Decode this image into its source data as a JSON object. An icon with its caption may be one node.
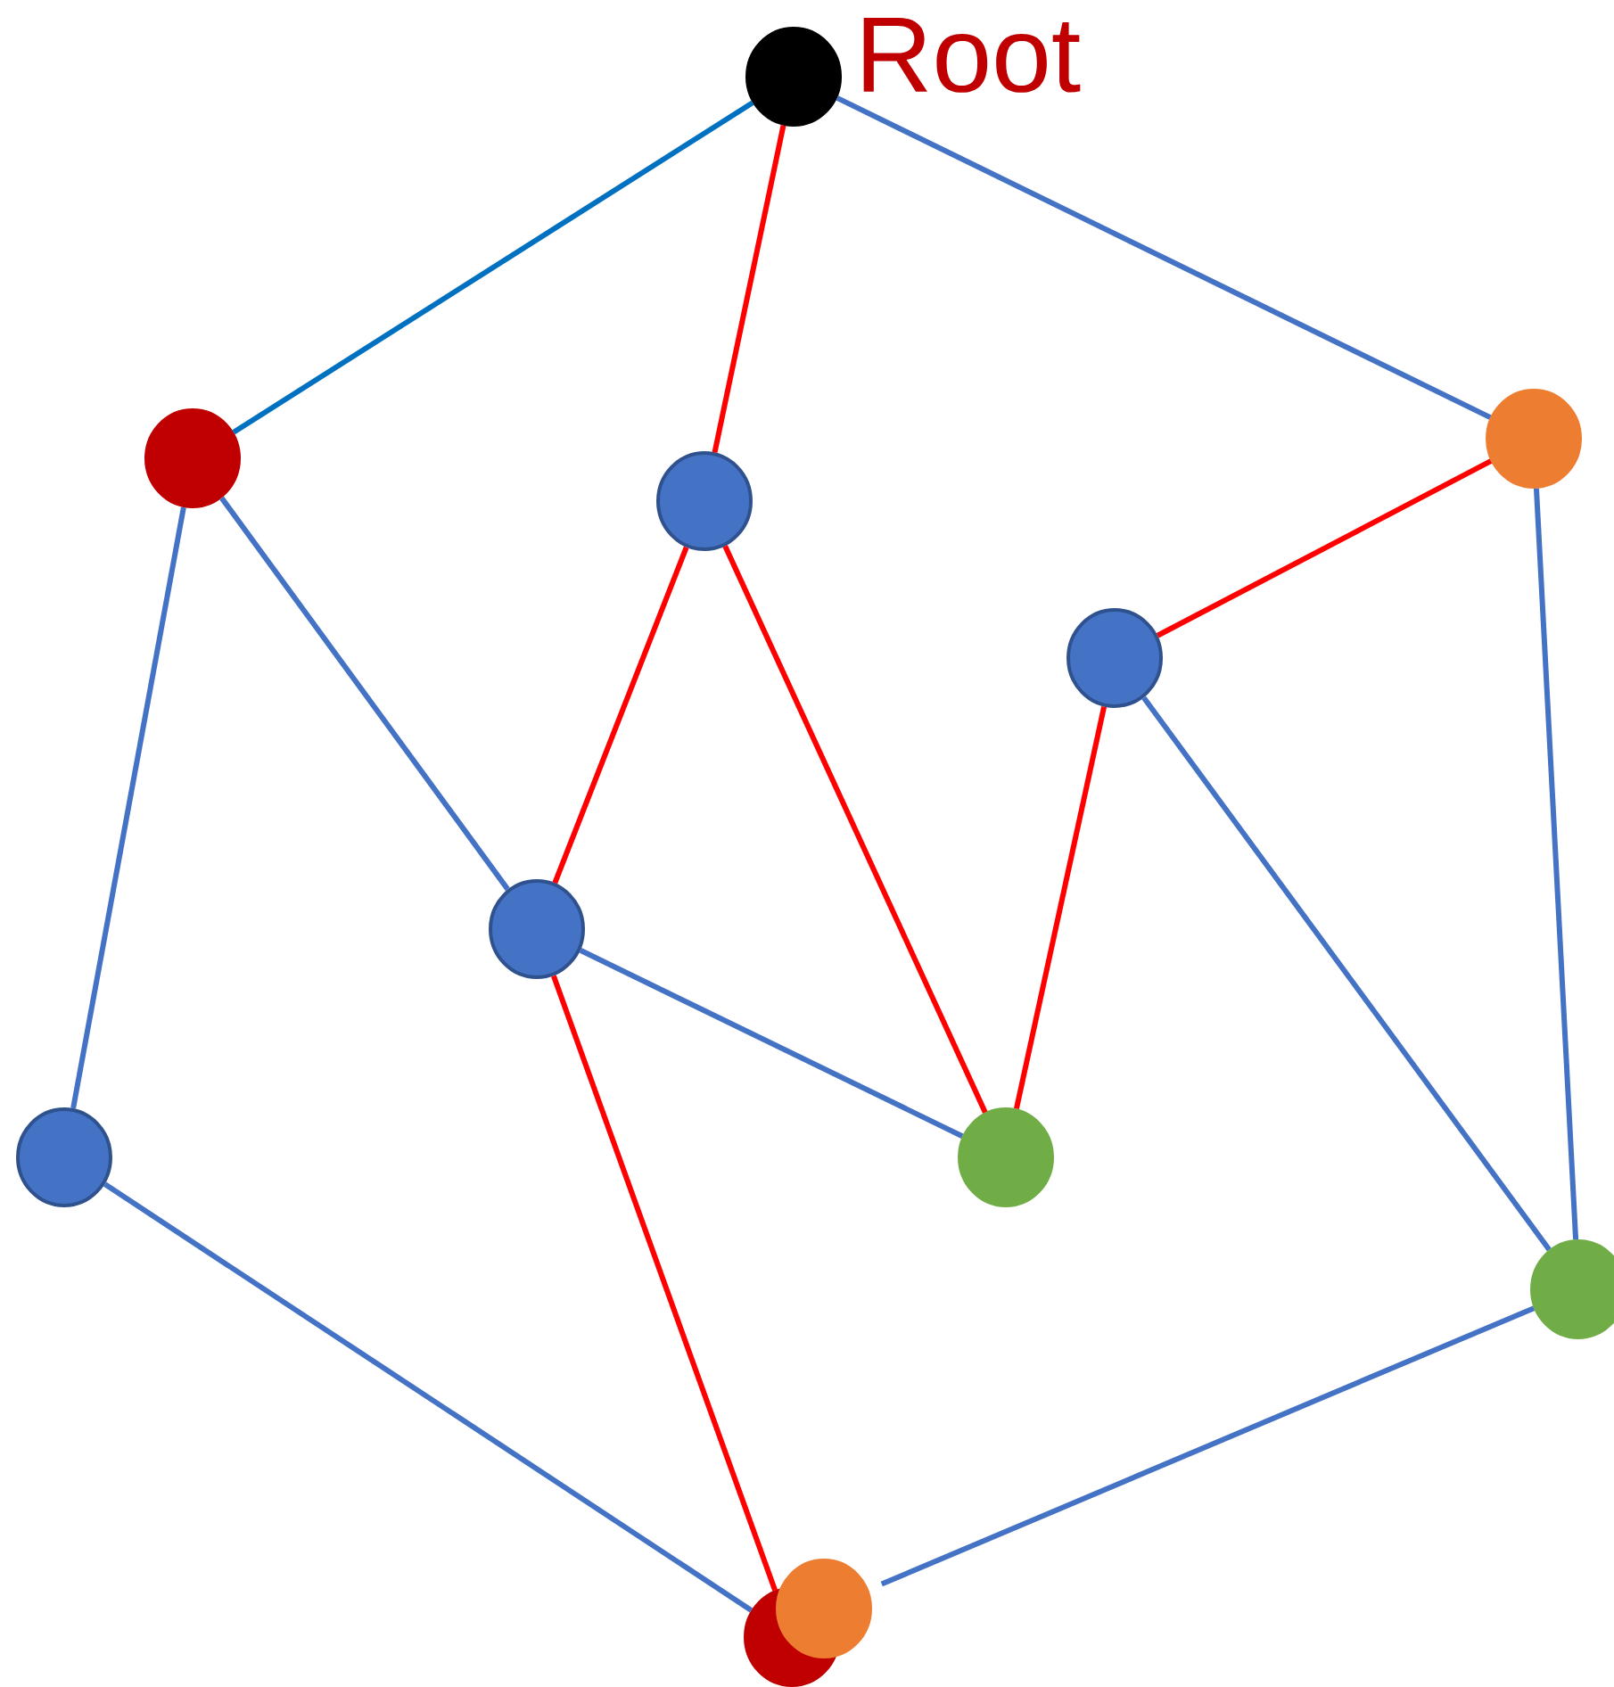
{
  "diagram": {
    "nodes": [
      {
        "text": [],
        "shape": "circle",
        "beside": [
          "Root"
        ]
      },
      {
        "text": [],
        "shape": "circle"
      },
      {
        "text": [],
        "shape": "circle"
      },
      {
        "text": [],
        "shape": "circle"
      },
      {
        "text": [],
        "shape": "circle"
      },
      {
        "text": [],
        "shape": "circle"
      },
      {
        "text": [],
        "shape": "circle"
      },
      {
        "text": [],
        "shape": "circle"
      },
      {
        "text": [],
        "shape": "circle"
      },
      {
        "text": [],
        "shape": "circle"
      },
      {
        "text": [],
        "shape": "circle"
      }
    ],
    "edges": [
      {
        "from": 0,
        "to": 1,
        "arrow": "none",
        "color": "#0070c0"
      },
      {
        "from": 0,
        "to": 2,
        "arrow": "none",
        "color": "#ff0000"
      },
      {
        "from": 0,
        "to": 3,
        "arrow": "none"
      },
      {
        "from": 1,
        "to": 5,
        "arrow": "none"
      },
      {
        "from": 1,
        "to": 6,
        "arrow": "none"
      },
      {
        "from": 2,
        "to": 5,
        "arrow": "none",
        "color": "#ff0000"
      },
      {
        "from": 2,
        "to": 7,
        "arrow": "none",
        "color": "#ff0000"
      },
      {
        "from": 3,
        "to": 4,
        "arrow": "none",
        "color": "#ff0000"
      },
      {
        "from": 3,
        "to": 8,
        "arrow": "none"
      },
      {
        "from": 4,
        "to": 7,
        "arrow": "none",
        "color": "#ff0000"
      },
      {
        "from": 4,
        "to": 8,
        "arrow": "none"
      },
      {
        "from": 5,
        "to": 7,
        "arrow": "none"
      },
      {
        "from": 5,
        "to": 9,
        "arrow": "none",
        "color": "#ff0000"
      },
      {
        "from": 6,
        "to": 9,
        "arrow": "none"
      },
      {
        "from": 8,
        "to": 10,
        "arrow": "none"
      }
    ]
  }
}
